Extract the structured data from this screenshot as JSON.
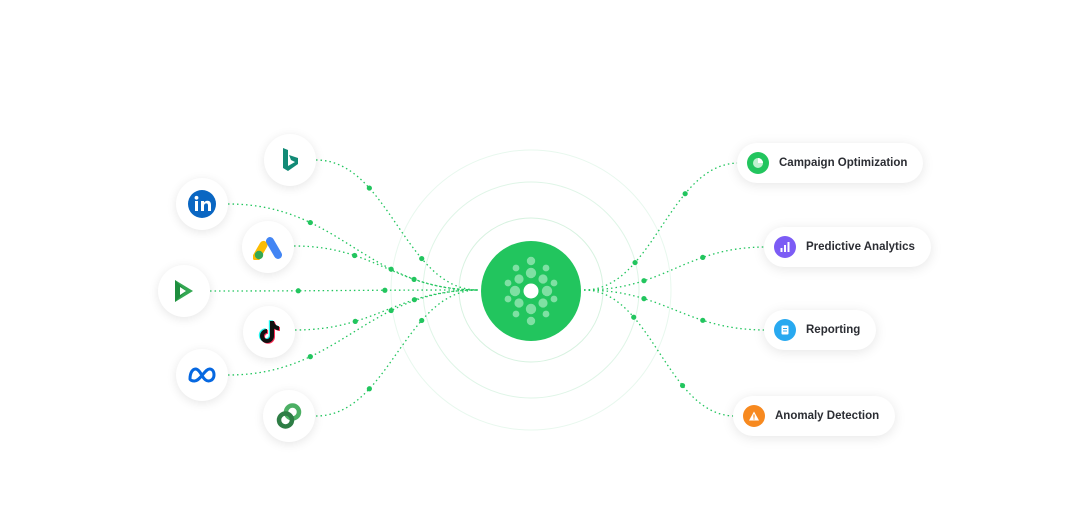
{
  "sources": [
    {
      "name": "bing-icon",
      "color": "#128a76"
    },
    {
      "name": "linkedin-icon",
      "color": "#0a66c2"
    },
    {
      "name": "google-ads-icon",
      "color": "#4285f4"
    },
    {
      "name": "google-play-icon",
      "color": "#34a853"
    },
    {
      "name": "tiktok-icon",
      "color": "#111111"
    },
    {
      "name": "meta-icon",
      "color": "#0668e1"
    },
    {
      "name": "chain-link-icon",
      "color": "#2e9d52"
    }
  ],
  "hub": {
    "name": "data-hub-icon",
    "color": "#22c55e"
  },
  "outputs": [
    {
      "label": "Campaign Optimization",
      "icon": "pie-chart-icon",
      "color": "#22c55e"
    },
    {
      "label": "Predictive Analytics",
      "icon": "bar-chart-icon",
      "color": "#7c5cf5"
    },
    {
      "label": "Reporting",
      "icon": "document-icon",
      "color": "#28a9f0"
    },
    {
      "label": "Anomaly Detection",
      "icon": "warning-icon",
      "color": "#f7891f"
    }
  ],
  "accent": "#22c55e"
}
